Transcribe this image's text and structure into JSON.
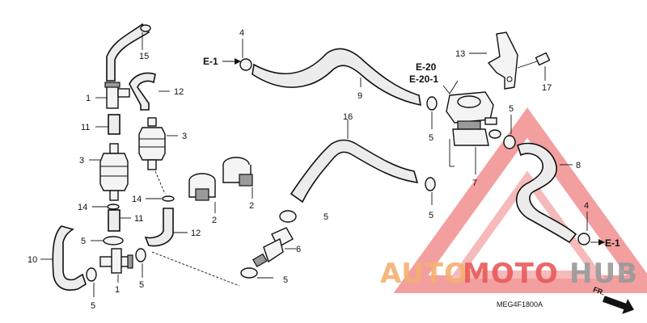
{
  "diagram": {
    "drawing_code": "MEG4F1800A",
    "refs": {
      "e1_top": "E-1",
      "e20": "E-20",
      "e201": "E-20-1",
      "e1_right": "E-1"
    },
    "labels": {
      "p15": "15",
      "p1a": "1",
      "p12a": "12",
      "p11a": "11",
      "p3a": "3",
      "p3b": "3",
      "p14a": "14",
      "p14b": "14",
      "p11b": "11",
      "p2a": "2",
      "p2b": "2",
      "p12b": "12",
      "p5a": "5",
      "p10": "10",
      "p1b": "1",
      "p5b": "5",
      "p5c": "5",
      "p4a": "4",
      "p9": "9",
      "p16": "16",
      "p5d": "5",
      "p5e": "5",
      "p6": "6",
      "p5f": "5",
      "p13": "13",
      "p17": "17",
      "p5g": "5",
      "p7": "7",
      "p8": "8",
      "p4b": "4"
    },
    "front_arrow": "FR."
  },
  "watermark": {
    "part1": "AUTO",
    "part2": "MOTO",
    "part3": "HUB",
    "color1": "#f5b070",
    "color2": "#e85a5a",
    "color3": "#9a9a9a"
  }
}
